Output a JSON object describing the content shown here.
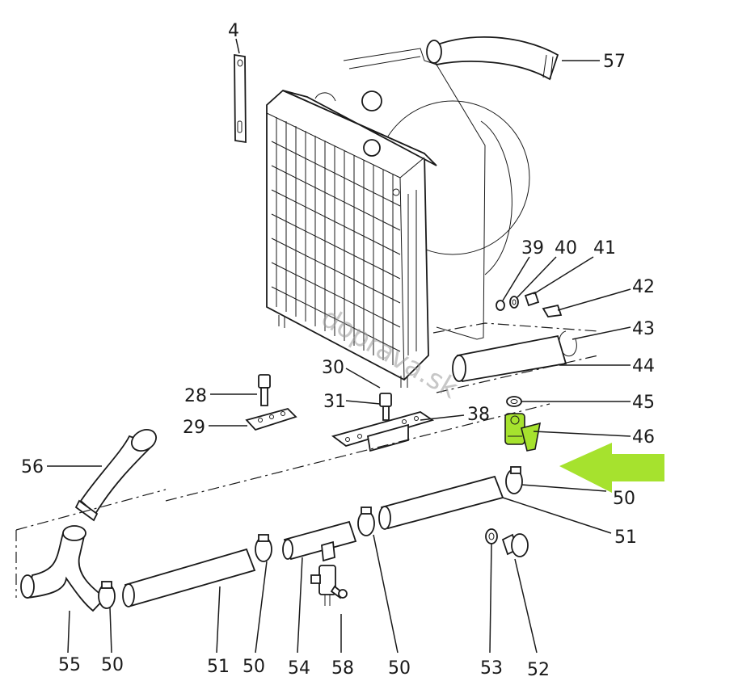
{
  "diagram": {
    "labels": {
      "p4": "4",
      "p57": "57",
      "p39": "39",
      "p40": "40",
      "p41": "41",
      "p42": "42",
      "p43": "43",
      "p44": "44",
      "p45": "45",
      "p46": "46",
      "p30": "30",
      "p28": "28",
      "p31": "31",
      "p38": "38",
      "p29": "29",
      "p56": "56",
      "p50a": "50",
      "p51a": "51",
      "p55": "55",
      "p50b": "50",
      "p51b": "51",
      "p50c": "50",
      "p54": "54",
      "p58": "58",
      "p50d": "50",
      "p53": "53",
      "p52": "52"
    },
    "watermark": "doprava.sk",
    "colors": {
      "highlight": "#a6e22e",
      "ink": "#1a1a1a"
    }
  }
}
